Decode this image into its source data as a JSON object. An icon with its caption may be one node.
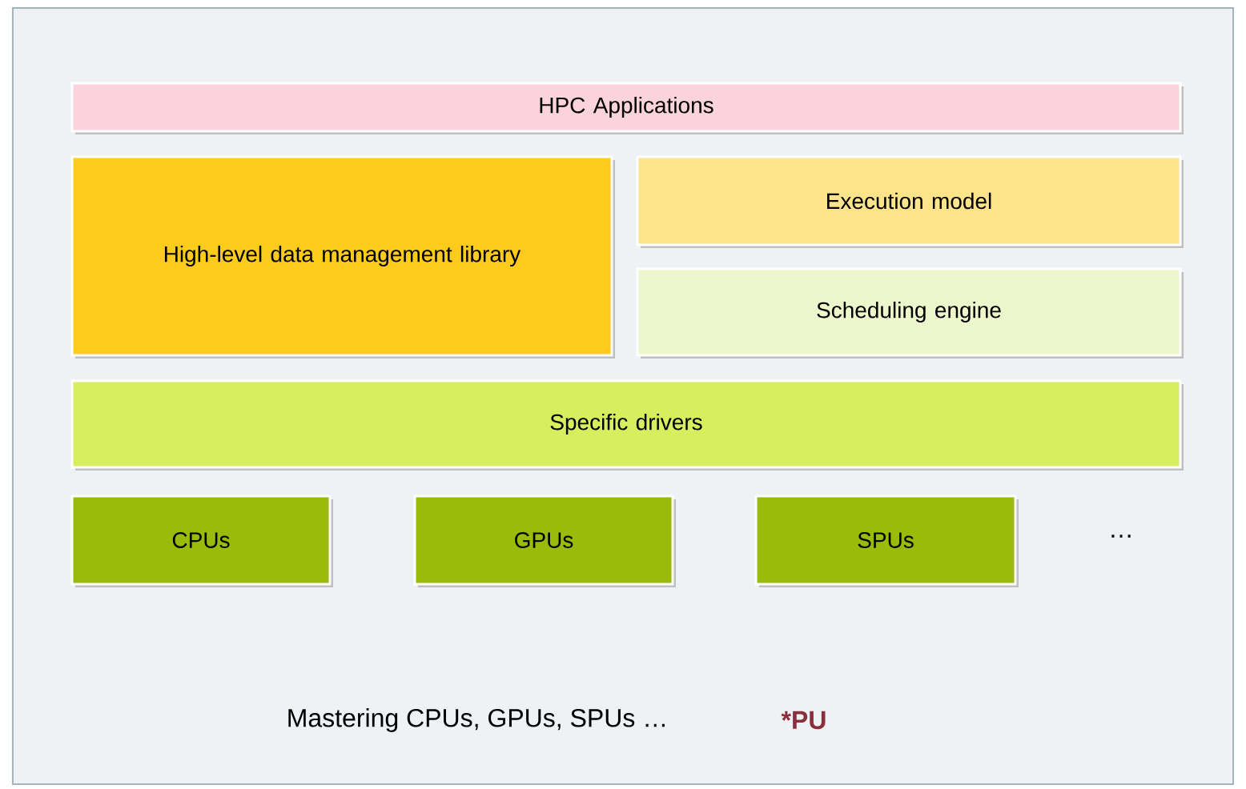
{
  "diagram": {
    "nodes": [
      {
        "text": [
          "HPC Applications"
        ]
      },
      {
        "text": [
          "High-level data management library"
        ]
      },
      {
        "text": [
          "Execution model"
        ]
      },
      {
        "text": [
          "Scheduling engine"
        ]
      },
      {
        "text": [
          "Specific drivers"
        ]
      },
      {
        "text": [
          "CPUs"
        ]
      },
      {
        "text": [
          "GPUs"
        ]
      },
      {
        "text": [
          "SPUs"
        ]
      }
    ],
    "labels": [
      "…",
      "Mastering CPUs, GPUs, SPUs …",
      "*PU"
    ]
  }
}
